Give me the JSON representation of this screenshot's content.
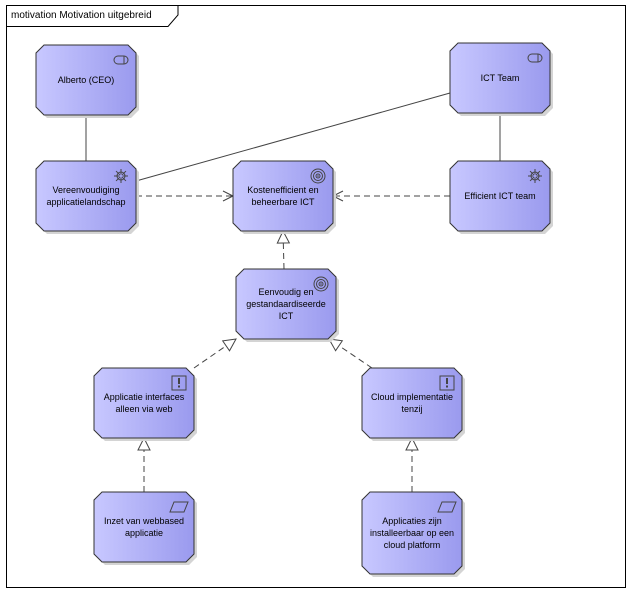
{
  "frame": {
    "title": "motivation Motivation uitgebreid"
  },
  "nodes": [
    {
      "id": "alberto",
      "label": "Alberto (CEO)",
      "type": "stakeholder",
      "icon": "stakeholder-icon"
    },
    {
      "id": "ictteam",
      "label": "ICT Team",
      "type": "stakeholder",
      "icon": "stakeholder-icon"
    },
    {
      "id": "vereenvoudiging",
      "label": "Vereenvoudiging\napplicatielandschap",
      "type": "driver",
      "icon": "driver-icon"
    },
    {
      "id": "kosten",
      "label": "Kostenefficient en\nbeheerbare ICT",
      "type": "goal",
      "icon": "goal-icon"
    },
    {
      "id": "efficient",
      "label": "Efficient ICT team",
      "type": "driver",
      "icon": "driver-icon"
    },
    {
      "id": "eenvoudig",
      "label": "Eenvoudig en\ngestandaardiseerde\nICT",
      "type": "goal",
      "icon": "goal-icon"
    },
    {
      "id": "applicatie",
      "label": "Applicatie interfaces\nalleen via web",
      "type": "principle",
      "icon": "principle-icon"
    },
    {
      "id": "cloud",
      "label": "Cloud implementatie\ntenzij",
      "type": "principle",
      "icon": "principle-icon"
    },
    {
      "id": "inzet",
      "label": "Inzet van webbased\napplicatie",
      "type": "requirement",
      "icon": "requirement-icon"
    },
    {
      "id": "applicaties",
      "label": "Applicaties zijn\ninstalleerbaar op een\ncloud platform",
      "type": "requirement",
      "icon": "requirement-icon"
    }
  ],
  "relations": [
    {
      "from": "alberto",
      "to": "vereenvoudiging",
      "type": "association"
    },
    {
      "from": "ictteam",
      "to": "efficient",
      "type": "association"
    },
    {
      "from": "ictteam",
      "to": "vereenvoudiging",
      "type": "association"
    },
    {
      "from": "vereenvoudiging",
      "to": "kosten",
      "type": "influence"
    },
    {
      "from": "efficient",
      "to": "kosten",
      "type": "influence"
    },
    {
      "from": "eenvoudig",
      "to": "kosten",
      "type": "realization"
    },
    {
      "from": "applicatie",
      "to": "eenvoudig",
      "type": "realization"
    },
    {
      "from": "cloud",
      "to": "eenvoudig",
      "type": "realization"
    },
    {
      "from": "inzet",
      "to": "applicatie",
      "type": "realization"
    },
    {
      "from": "applicaties",
      "to": "cloud",
      "type": "realization"
    }
  ],
  "colors": {
    "node_fill_light": "#c8c8ff",
    "node_fill_dark": "#9a9aee",
    "stroke": "#333333"
  }
}
